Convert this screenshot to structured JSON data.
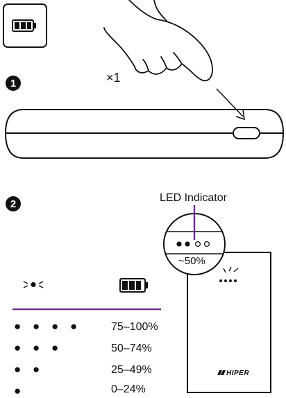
{
  "step1": {
    "number": "1",
    "press_count": "×1"
  },
  "step2": {
    "number": "2",
    "led_label": "LED Indicator",
    "zoom_percent": "~50%"
  },
  "brand": "HIPER",
  "legend": {
    "rows": [
      {
        "dots": "● ● ● ●",
        "range": "75–100%"
      },
      {
        "dots": "● ● ●",
        "range": "50–74%"
      },
      {
        "dots": "● ●",
        "range": "25–49%"
      },
      {
        "dots": "●",
        "range": "0–24%"
      }
    ]
  },
  "colors": {
    "accent": "#6a2c8e",
    "ink": "#111111"
  },
  "icons": {
    "battery": "battery-icon",
    "blinking": "blinking-led-icon",
    "hand": "pointing-hand-icon"
  }
}
